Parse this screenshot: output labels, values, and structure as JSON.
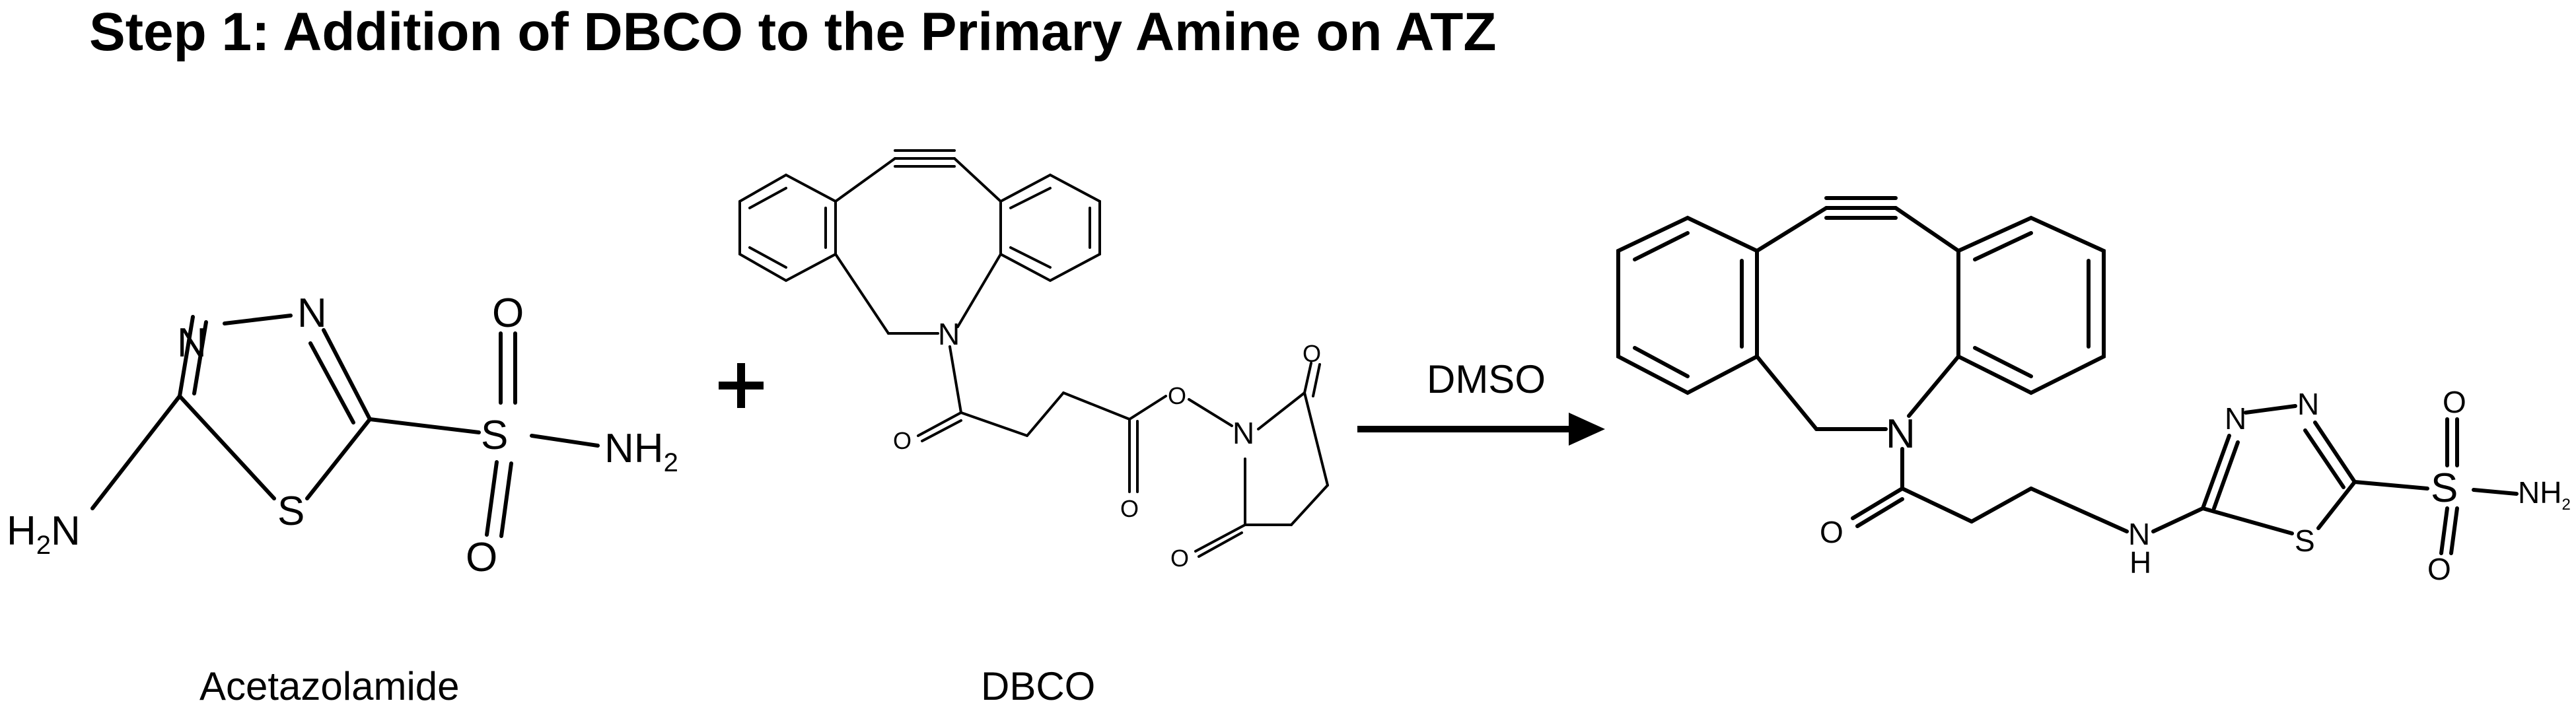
{
  "title": "Step 1: Addition of DBCO to the Primary Amine on ATZ",
  "reactants": [
    {
      "name": "Acetazolamide",
      "atoms": {
        "n1": "N",
        "n2": "N",
        "s_ring": "S",
        "s_sulf": "S",
        "o1": "O",
        "o2": "O",
        "nh2": "NH",
        "nh2_sub": "2",
        "h2n": "H",
        "h2n_sub": "2",
        "h2n_n": "N"
      }
    },
    {
      "name": "DBCO",
      "atoms": {
        "n": "N",
        "o_amide": "O",
        "o_ester": "O",
        "o_link": "O",
        "n_ring": "N",
        "o_top": "O",
        "o_bot": "O"
      }
    }
  ],
  "plus_sign": "+",
  "arrow": {
    "condition": "DMSO"
  },
  "product": {
    "atoms": {
      "n": "N",
      "o_amide": "O",
      "nh": "N",
      "nh_h": "H",
      "n1": "N",
      "n2": "N",
      "s_ring": "S",
      "s_sulf": "S",
      "o1": "O",
      "o2": "O",
      "nh2": "NH",
      "nh2_sub": "2"
    }
  }
}
